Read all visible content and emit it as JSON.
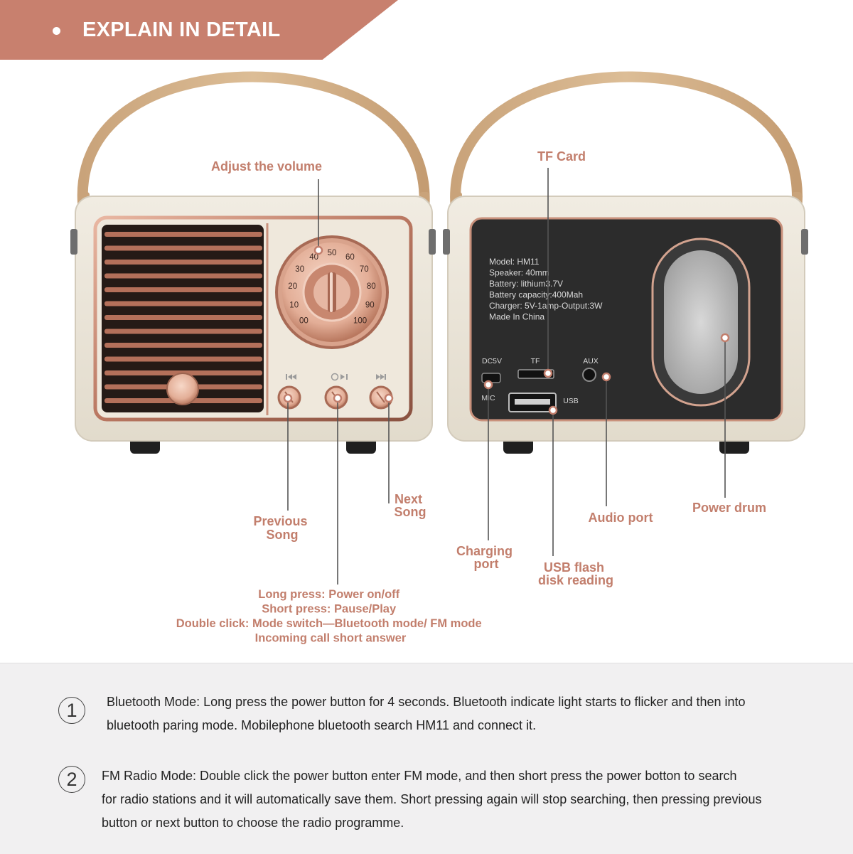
{
  "header": {
    "title": "EXPLAIN IN DETAIL"
  },
  "colors": {
    "accent": "#c8806e",
    "label": "#c27e6c",
    "body": "#ebe5d8",
    "panel": "#2c2c2c"
  },
  "front": {
    "labels": {
      "volume": "Adjust the volume",
      "previous": [
        "Previous",
        "Song"
      ],
      "next": [
        "Next",
        "Song"
      ]
    },
    "dial_numbers": [
      "00",
      "10",
      "20",
      "30",
      "40",
      "50",
      "60",
      "70",
      "80",
      "90",
      "100"
    ],
    "power_note": [
      "Long press: Power on/off",
      "Short press: Pause/Play",
      "Double click: Mode switch—Bluetooth mode/ FM mode",
      "Incoming call short answer"
    ]
  },
  "back": {
    "labels": {
      "tf_card": "TF Card",
      "audio_port": "Audio port",
      "power_drum": "Power drum",
      "charging": [
        "Charging",
        "port"
      ],
      "usb": [
        "USB flash",
        "disk reading"
      ]
    },
    "spec_lines": [
      "Model: HM11",
      "Speaker:  40mm",
      "Battery: lithium3.7V",
      "Battery capacity:400Mah",
      "Charger: 5V-1amp-Output:3W",
      "Made In China"
    ],
    "port_labels": {
      "dc": "DC5V",
      "tf": "TF",
      "aux": "AUX",
      "mic": "MIC",
      "usb": "USB"
    }
  },
  "modes": [
    {
      "number": "1",
      "lines": [
        "Bluetooth Mode: Long press the power button for 4 seconds.  Bluetooth indicate light starts to flicker and then into",
        "bluetooth paring mode.  Mobilephone bluetooth search HM11 and connect it."
      ]
    },
    {
      "number": "2",
      "lines": [
        "FM Radio Mode: Double click the power button enter FM mode, and then short press the power botton to search",
        "for radio stations and it will automatically save them.  Short pressing again will stop searching, then pressing previous",
        "button or next button to choose the radio programme."
      ]
    }
  ]
}
